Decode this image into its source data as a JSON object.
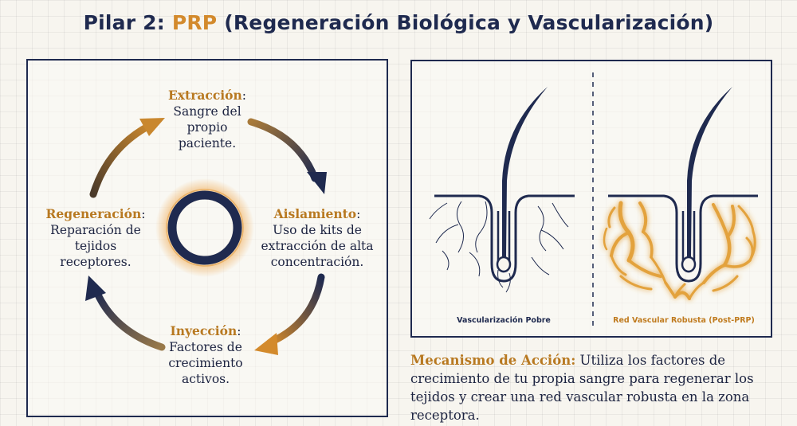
{
  "title": {
    "prefix": "Pilar 2: ",
    "accent": "PRP",
    "rest": " (Regeneración Biológica y Vascularización)"
  },
  "cycle": {
    "extraccion": {
      "label": "Extracción",
      "text": [
        "Sangre del",
        "propio",
        "paciente."
      ]
    },
    "aislamiento": {
      "label": "Aislamiento",
      "text": [
        "Uso de kits de",
        "extracción de alta",
        "concentración."
      ]
    },
    "inyeccion": {
      "label": "Inyección",
      "text": [
        "Factores de",
        "crecimiento",
        "activos."
      ]
    },
    "regeneracion": {
      "label": "Regeneración",
      "text": [
        "Reparación de",
        "tejidos",
        "receptores."
      ]
    }
  },
  "comparison": {
    "poor_caption": "Vascularización Pobre",
    "robust_caption": "Red Vascular Robusta (Post-PRP)"
  },
  "mechanism": {
    "label": "Mecanismo de Acción:",
    "text": " Utiliza los factores de crecimiento de tu propia sangre para regenerar los tejidos y crear una red vascular robusta en la zona receptora."
  },
  "colors": {
    "navy": "#1f2a4f",
    "gold": "#d38a2c"
  }
}
